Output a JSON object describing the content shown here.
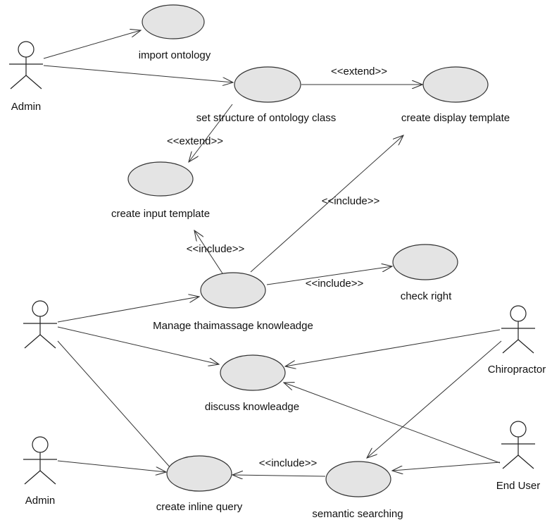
{
  "diagram": {
    "type": "uml-use-case",
    "colors": {
      "use_case_fill": "#e4e4e4",
      "line": "#333333",
      "text": "#111111"
    },
    "actors": [
      {
        "id": "admin1",
        "name": "Admin"
      },
      {
        "id": "user_mid",
        "name": ""
      },
      {
        "id": "chiropractor",
        "name": "Chiropractor"
      },
      {
        "id": "admin2",
        "name": "Admin"
      },
      {
        "id": "end_user",
        "name": "End User"
      }
    ],
    "use_cases": [
      {
        "id": "import_ontology",
        "name": "import ontology"
      },
      {
        "id": "set_structure",
        "name": "set structure of ontology class"
      },
      {
        "id": "create_display",
        "name": "create display template"
      },
      {
        "id": "create_input",
        "name": "create input template"
      },
      {
        "id": "check_right",
        "name": "check right"
      },
      {
        "id": "manage",
        "name": "Manage thaimassage knowleadge"
      },
      {
        "id": "discuss",
        "name": "discuss knowleadge"
      },
      {
        "id": "inline_query",
        "name": "create inline query"
      },
      {
        "id": "semantic_search",
        "name": "semantic searching"
      }
    ],
    "relations": [
      {
        "from": "admin1",
        "to": "import_ontology",
        "label": ""
      },
      {
        "from": "admin1",
        "to": "set_structure",
        "label": ""
      },
      {
        "from": "set_structure",
        "to": "create_display",
        "label": "<<extend>>"
      },
      {
        "from": "set_structure",
        "to": "create_input",
        "label": "<<extend>>"
      },
      {
        "from": "manage",
        "to": "create_input",
        "label": "<<include>>"
      },
      {
        "from": "manage",
        "to": "create_display",
        "label": "<<include>>"
      },
      {
        "from": "manage",
        "to": "check_right",
        "label": "<<include>>"
      },
      {
        "from": "user_mid",
        "to": "manage",
        "label": ""
      },
      {
        "from": "user_mid",
        "to": "discuss",
        "label": ""
      },
      {
        "from": "user_mid",
        "to": "inline_query",
        "label": ""
      },
      {
        "from": "chiropractor",
        "to": "discuss",
        "label": ""
      },
      {
        "from": "chiropractor",
        "to": "semantic_search",
        "label": ""
      },
      {
        "from": "end_user",
        "to": "discuss",
        "label": ""
      },
      {
        "from": "end_user",
        "to": "semantic_search",
        "label": ""
      },
      {
        "from": "admin2",
        "to": "inline_query",
        "label": ""
      },
      {
        "from": "semantic_search",
        "to": "inline_query",
        "label": "<<include>>"
      }
    ]
  }
}
